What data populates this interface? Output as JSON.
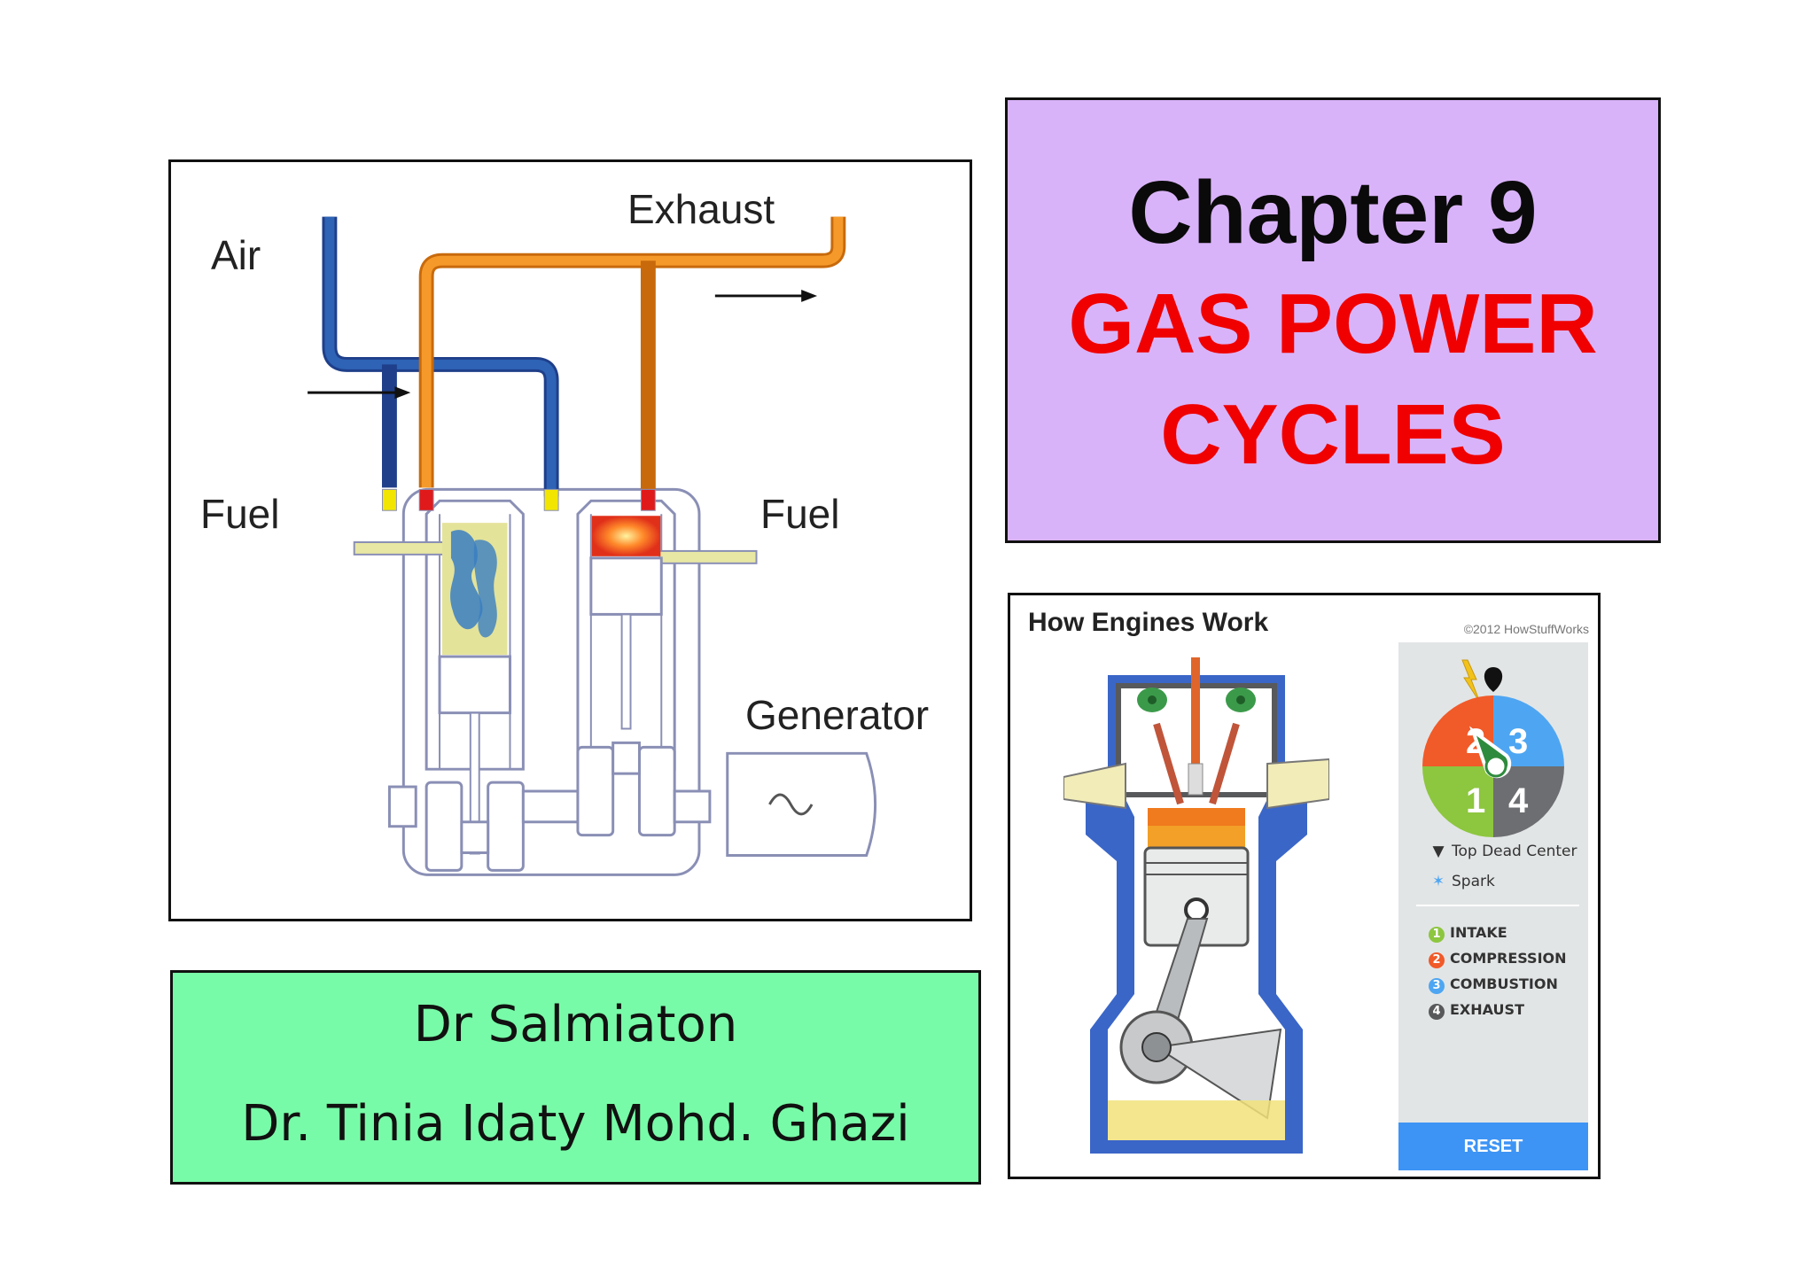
{
  "diagram": {
    "labels": {
      "air": "Air",
      "exhaust": "Exhaust",
      "fuel_left": "Fuel",
      "fuel_right": "Fuel",
      "generator": "Generator"
    },
    "colors": {
      "air_pipe": "#2a5ca8",
      "exhaust_pipe": "#f08a1c",
      "frame": "#8a8fb5"
    }
  },
  "title": {
    "line1": "Chapter 9",
    "line2": "GAS POWER",
    "line3": "CYCLES",
    "colors": {
      "background": "#d9b3f9",
      "line1": "#0a0a0a",
      "accent": "#f00000"
    }
  },
  "authors": {
    "line1": "Dr Salmiaton",
    "line2": "Dr. Tinia Idaty Mohd. Ghazi",
    "background": "#78fba8"
  },
  "how_engines_work": {
    "title": "How Engines Work",
    "copyright": "©2012 HowStuffWorks",
    "wheel": {
      "segments": [
        {
          "label": "1",
          "color": "#8dc63f"
        },
        {
          "label": "2",
          "color": "#f15a29"
        },
        {
          "label": "3",
          "color": "#4ea6f2"
        },
        {
          "label": "4",
          "color": "#6d6e71"
        }
      ]
    },
    "legend": {
      "top_dead_center": "Top Dead Center",
      "spark": "Spark"
    },
    "phases": [
      {
        "num": "1",
        "name": "INTAKE",
        "color": "#8dc63f"
      },
      {
        "num": "2",
        "name": "COMPRESSION",
        "color": "#f15a29"
      },
      {
        "num": "3",
        "name": "COMBUSTION",
        "color": "#4ea6f2"
      },
      {
        "num": "4",
        "name": "EXHAUST",
        "color": "#58595b"
      }
    ],
    "reset_label": "RESET"
  }
}
